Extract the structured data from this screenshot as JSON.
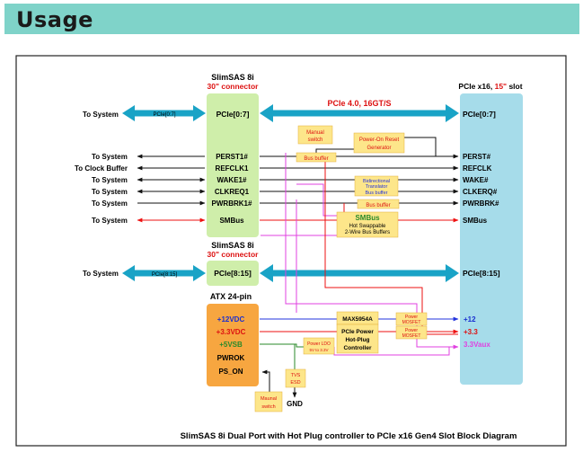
{
  "header": {
    "title": "Usage"
  },
  "boxes": {
    "conn1": {
      "title": "SlimSAS 8i",
      "sub": "30\" connector",
      "bus": "PCIe[0:7]",
      "pins": [
        "PERST1#",
        "REFCLK1",
        "WAKE1#",
        "CLKREQ1",
        "PWRBRK1#"
      ],
      "smbus": "SMBus"
    },
    "conn2": {
      "title": "SlimSAS 8i",
      "sub": "30\" connector",
      "bus": "PCIe[8:15]"
    },
    "slot": {
      "title_a": "PCIe x16, ",
      "title_b": "15\"",
      "title_c": " slot",
      "bus1": "PCIe[0:7]",
      "bus2": "PCIe[8:15]",
      "pins": [
        "PERST#",
        "REFCLK",
        "WAKE#",
        "CLKERQ#",
        "PWRBRK#"
      ],
      "smbus": "SMBus",
      "rails": [
        "+12",
        "+3.3",
        "3.3Vaux"
      ]
    },
    "atx": {
      "title": "ATX 24-pin",
      "rails": [
        "+12VDC",
        "+3.3VDC",
        "+5VSB"
      ],
      "pwrok": "PWROK",
      "pson": "PS_ON"
    }
  },
  "left_labels": [
    "To System",
    "To System",
    "To Clock Buffer",
    "To System",
    "To System",
    "To System",
    "To System",
    "To System"
  ],
  "bus_tags": {
    "b1": "PCIe[0:7]",
    "b2": "PCIe[8:15]"
  },
  "pcie_speed": "PCIe 4.0, 16GT/S",
  "blocks": {
    "manual_switch": [
      "Manual",
      "switch"
    ],
    "por": [
      "Power-On Reset",
      "Generator"
    ],
    "bus_buffer1": "Bus buffer",
    "bidir": [
      "Bidirectional",
      "Translator",
      "Bus buffer"
    ],
    "bus_buffer2": "Bus buffer",
    "smbus_title": "SMBus",
    "smbus_sub": [
      "Hot Swappable",
      "2-Wire Bus Buffers"
    ],
    "max": "MAX5954A",
    "hotplug": [
      "PCIe Power",
      "Hot-Plug",
      "Controller"
    ],
    "mosfet1": [
      "Power",
      "MOSFET"
    ],
    "mosfet2": [
      "Power",
      "MOSFET"
    ],
    "ldo": [
      "Power LDO",
      "5V to 3.3V"
    ],
    "tvs": [
      "TVS",
      "ESD"
    ],
    "gnd": "GND",
    "maunal_switch": [
      "Maunal",
      "switch"
    ]
  },
  "caption": "SlimSAS 8i Dual Port with Hot Plug controller to PCIe x16 Gen4 Slot Block Diagram",
  "colors": {
    "header": "#7fd3c9",
    "green": "#cfeeaa",
    "blue": "#a6dcea",
    "orange": "#f7a640",
    "yellow": "#fde68a",
    "arrow": "#19a3c6"
  }
}
